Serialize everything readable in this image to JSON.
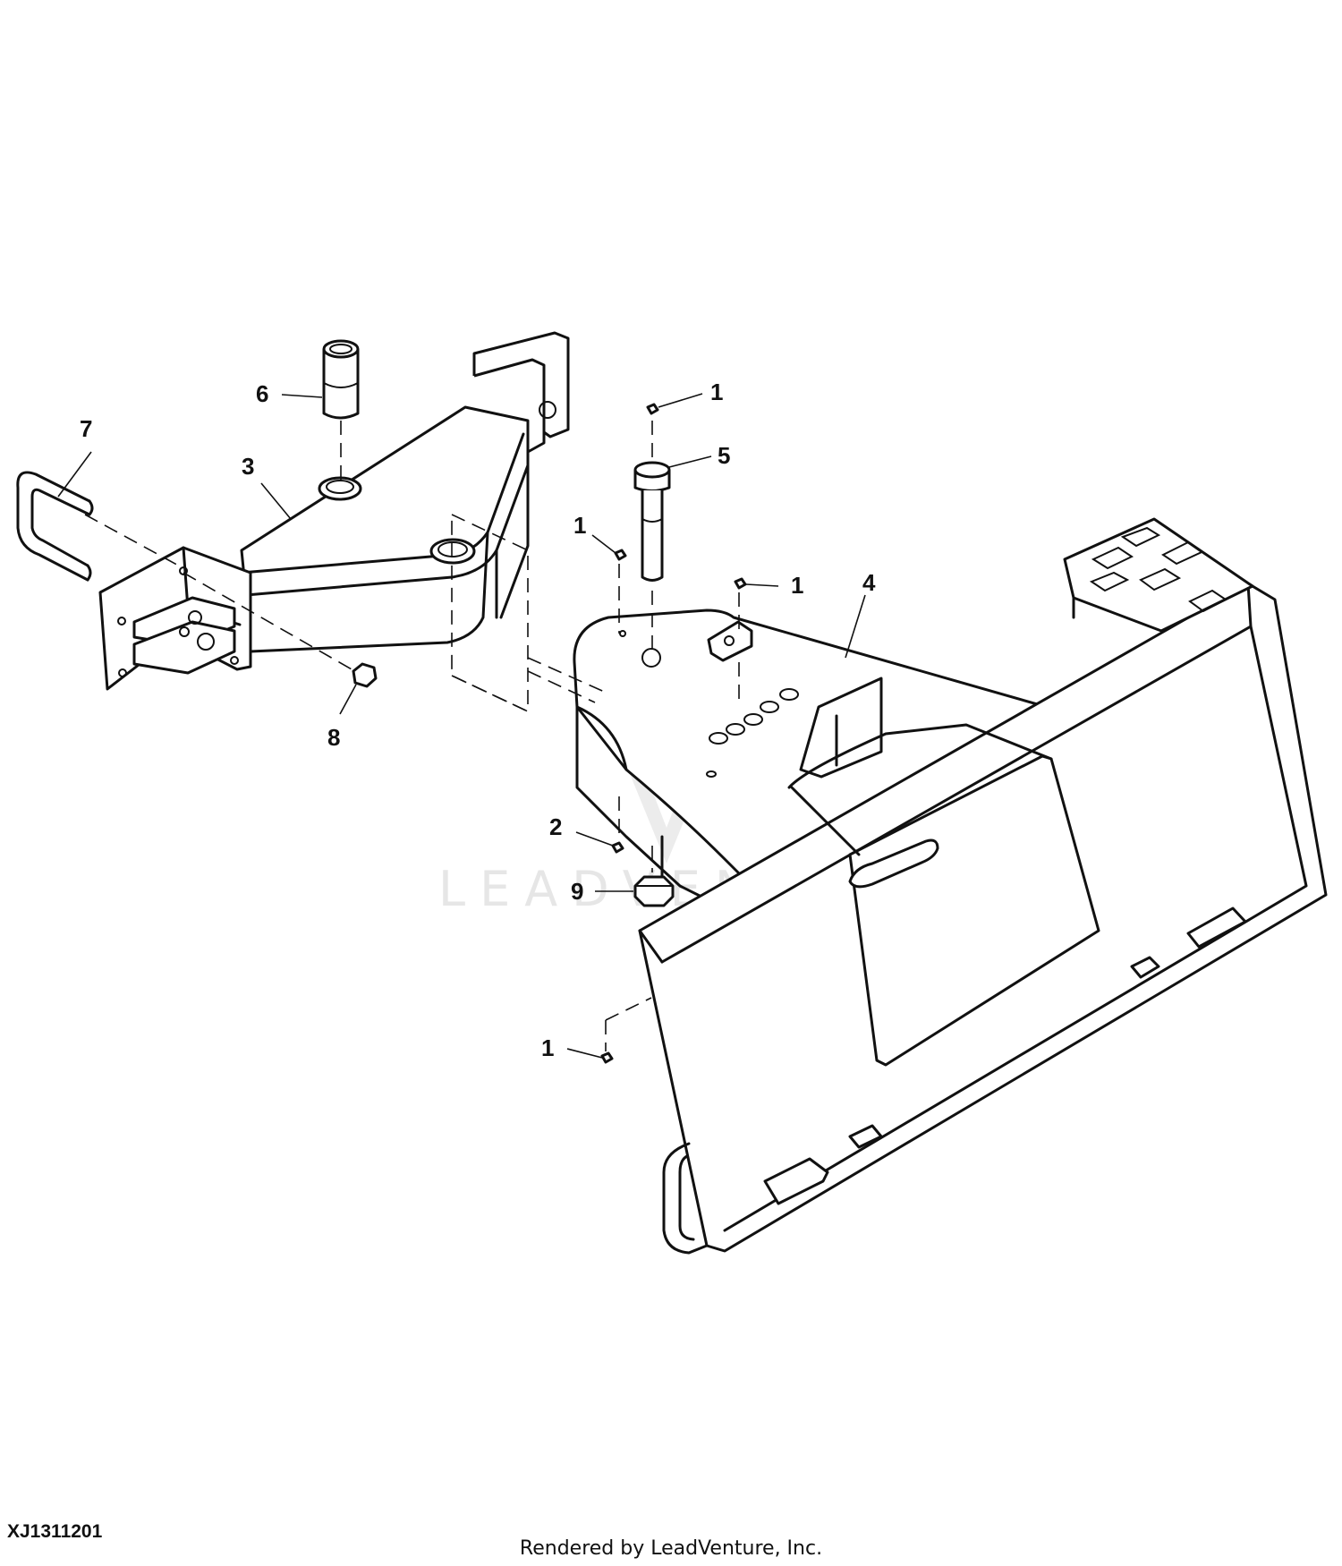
{
  "watermark": {
    "text": "LEADVENTURE"
  },
  "callouts": {
    "c1a": "1",
    "c1b": "1",
    "c1c": "1",
    "c1d": "1",
    "c2": "2",
    "c3": "3",
    "c4": "4",
    "c5": "5",
    "c6": "6",
    "c7": "7",
    "c8": "8",
    "c9": "9"
  },
  "footer": {
    "diagram_id": "XJ1311201",
    "credit": "Rendered by LeadVenture, Inc."
  }
}
